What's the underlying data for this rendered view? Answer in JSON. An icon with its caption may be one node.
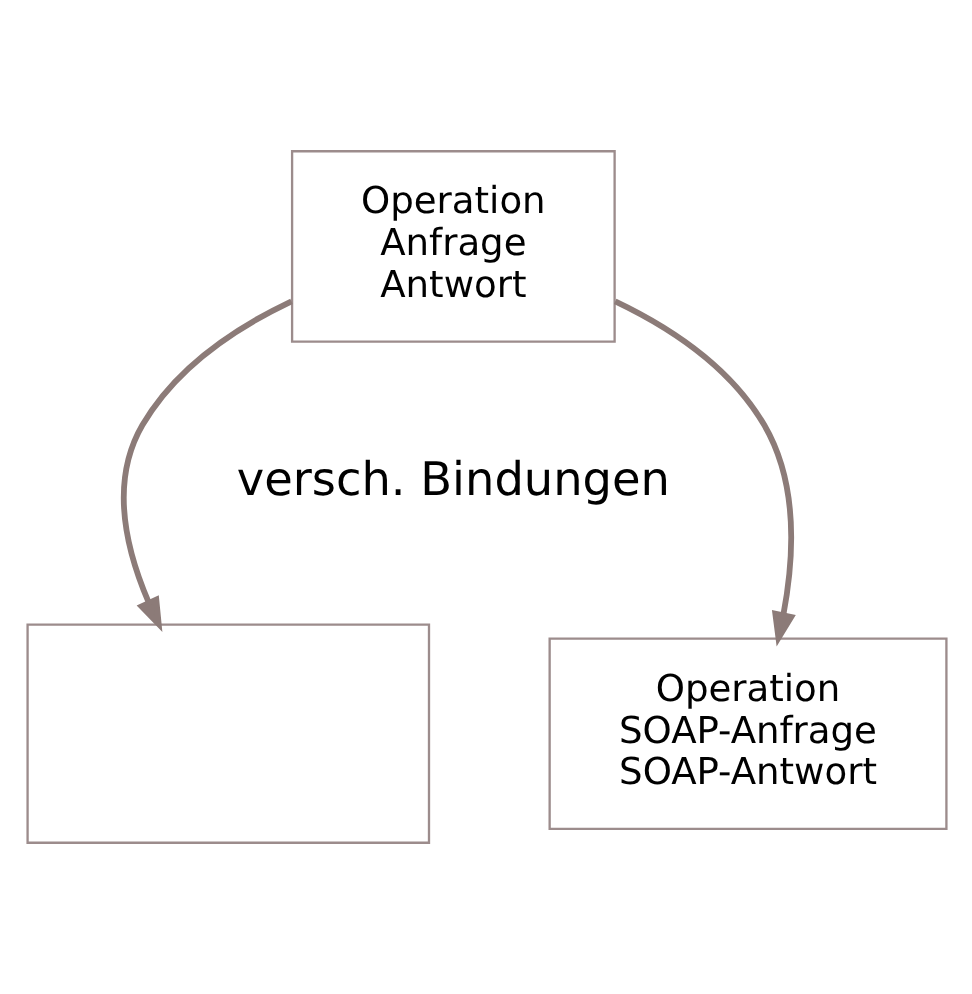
{
  "diagram": {
    "nodes": [
      {
        "text": [
          "Operation",
          "Anfrage",
          "Antwort"
        ]
      },
      {
        "text": [],
        "shape": "box"
      },
      {
        "text": [
          "Operation",
          "SOAP-Anfrage",
          "SOAP-Antwort"
        ]
      }
    ],
    "edges": [
      {
        "from": 0,
        "to": 2,
        "arrow": "to"
      },
      {
        "from": 0,
        "to": 1,
        "arrow": "to"
      }
    ],
    "labels": [
      "versch. Bindungen"
    ]
  }
}
